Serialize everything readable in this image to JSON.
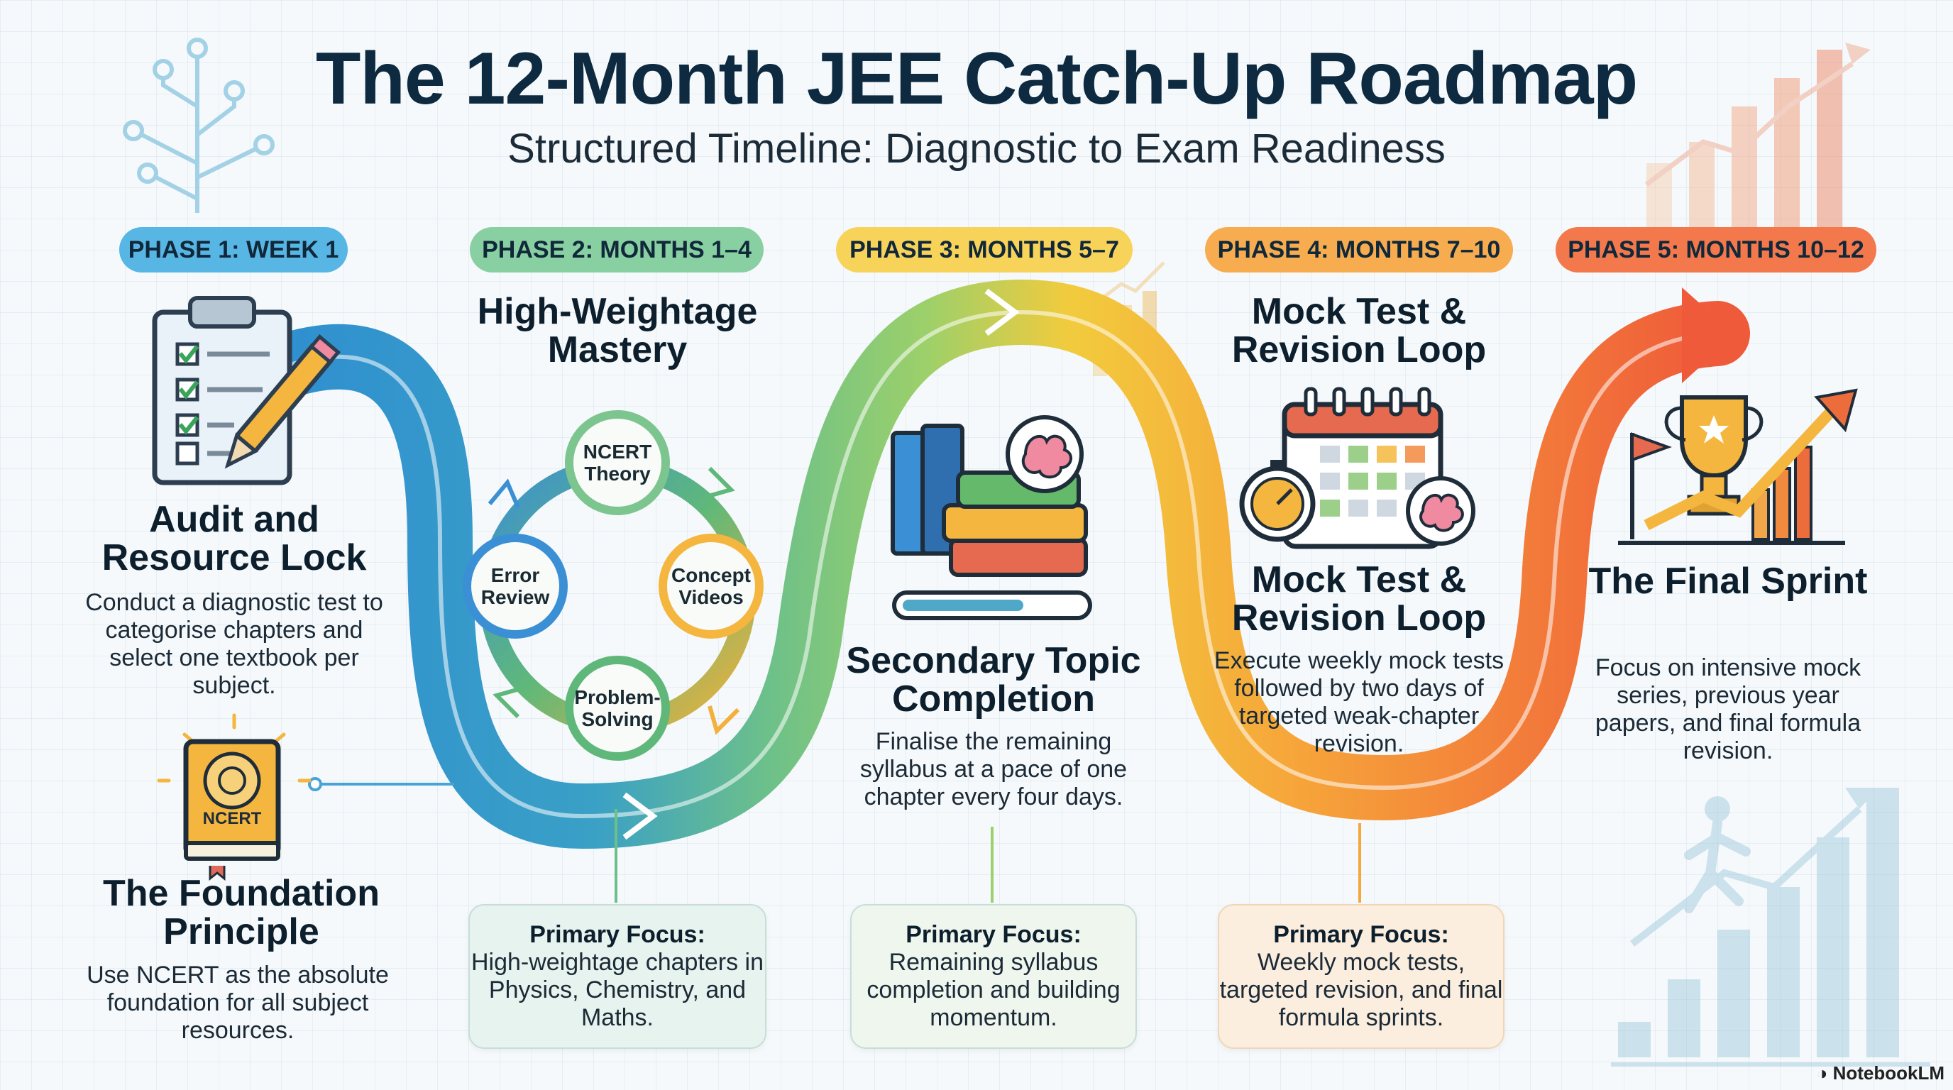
{
  "title": "The 12-Month JEE Catch-Up Roadmap",
  "subtitle": "Structured Timeline: Diagnostic to Exam Readiness",
  "colors": {
    "phase1": "#4aa3d8",
    "phase2": "#79c596",
    "phase3": "#f4c94e",
    "phase4": "#f4a040",
    "phase5": "#f06b3f"
  },
  "phases": [
    {
      "label": "PHASE 1: WEEK 1",
      "heading": "Audit and Resource Lock",
      "description": "Conduct a diagnostic test to categorise chapters and select one textbook per subject.",
      "icon": "clipboard-checklist-icon"
    },
    {
      "label": "PHASE 2: MONTHS 1–4",
      "heading": "High-Weightage Mastery",
      "cycle": [
        "NCERT Theory",
        "Concept Videos",
        "Problem-Solving",
        "Error Review"
      ],
      "focus_label": "Primary Focus:",
      "focus_text": "High-weightage chapters in Physics, Chemistry, and Maths."
    },
    {
      "label": "PHASE 3: MONTHS 5–7",
      "heading": "Secondary Topic Completion",
      "description": "Finalise the remaining syllabus at a pace of one chapter every four days.",
      "icon": "books-brain-icon",
      "focus_label": "Primary Focus:",
      "focus_text": "Remaining syllabus completion and building momentum."
    },
    {
      "label": "PHASE 4: MONTHS 7–10",
      "heading": "Mock Test & Revision Loop",
      "heading_repeat": "Mock Test & Revision Loop",
      "description": "Execute weekly mock tests followed by two days of targeted weak-chapter revision.",
      "icon": "calendar-stopwatch-icon",
      "focus_label": "Primary Focus:",
      "focus_text": "Weekly mock tests, targeted revision, and final formula sprints."
    },
    {
      "label": "PHASE 5: MONTHS 10–12",
      "heading": "The Final Sprint",
      "description": "Focus on intensive mock series, previous year papers, and final formula revision.",
      "icon": "trophy-chart-icon"
    }
  ],
  "foundation": {
    "heading": "The Foundation Principle",
    "description": "Use NCERT as the absolute foundation for all subject resources.",
    "book_label": "NCERT"
  },
  "brand": "NotebookLM"
}
